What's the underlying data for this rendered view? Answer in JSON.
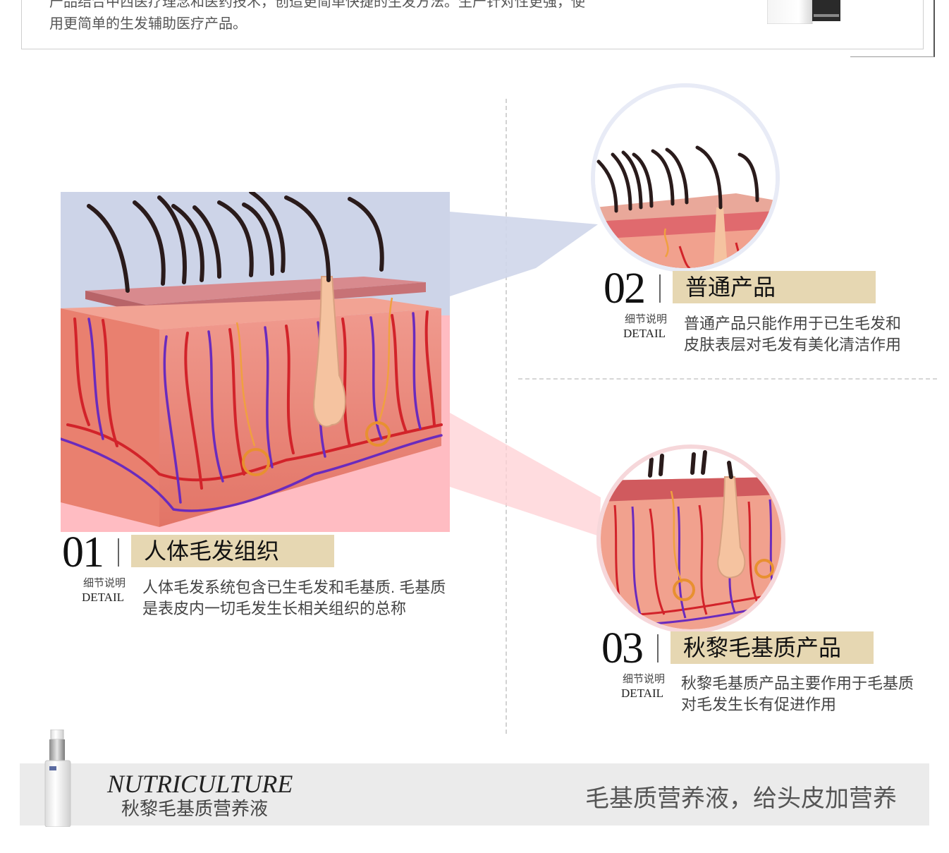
{
  "intro": {
    "line1": "产品结合中西医疗理念和医药技术，创造更简单快捷的生发方法。生产针对性更强，使",
    "line2": "用更简单的生发辅助医疗产品。"
  },
  "sections": [
    {
      "number": "01",
      "title": "人体毛发组织",
      "detail_cn": "细节说明",
      "detail_en": "DETAIL",
      "desc_line1": "人体毛发系统包含已生毛发和毛基质. 毛基质",
      "desc_line2": "是表皮内一切毛发生长相关组织的总称"
    },
    {
      "number": "02",
      "title": "普通产品",
      "detail_cn": "细节说明",
      "detail_en": "DETAIL",
      "desc_line1": "普通产品只能作用于已生毛发和",
      "desc_line2": "皮肤表层对毛发有美化清洁作用"
    },
    {
      "number": "03",
      "title": "秋黎毛基质产品",
      "detail_cn": "细节说明",
      "detail_en": "DETAIL",
      "desc_line1": "秋黎毛基质产品主要作用于毛基质",
      "desc_line2": "对毛发生长有促进作用"
    }
  ],
  "footer": {
    "brand": "NUTRICULTURE",
    "product_name": "秋黎毛基质营养液",
    "slogan": "毛基质营养液，给头皮加营养"
  },
  "colors": {
    "title_bg": "#e6d7b2",
    "top_highlight": "#cdd4e8",
    "bottom_highlight": "#ffbcc2",
    "skin": "#e8837a",
    "artery": "#d2232a",
    "vein": "#6a2bbd",
    "nerve": "#f0a040",
    "hair": "#2a1b1b"
  }
}
